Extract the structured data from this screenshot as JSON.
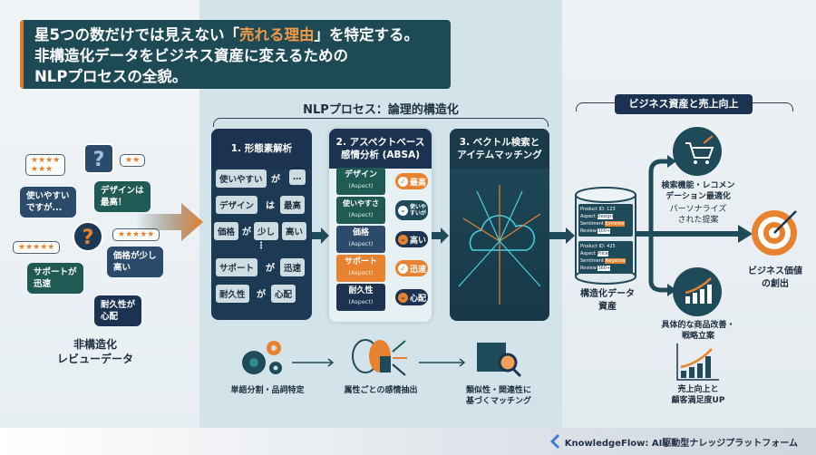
{
  "title": {
    "pre": "星5つの数だけでは見えない「",
    "highlight": "売れる理由",
    "post": "」を特定する。",
    "line2": "非構造化データをビジネス資産に変えるための",
    "line3": "NLPプロセスの全貌。"
  },
  "left": {
    "bubbles": [
      "使いやすい\nですが...",
      "デザインは\n最高！",
      "価格が少し\n高い",
      "サポートが\n迅速",
      "耐久性が\n心配"
    ],
    "question": "?",
    "caption": "非構造化\nレビューデータ"
  },
  "nlp": {
    "heading": "NLPプロセス：論理的構造化",
    "step1": {
      "title": "1. 形態素解析",
      "rows": [
        [
          "使いやすい",
          "が",
          "…"
        ],
        [
          "デザイン",
          "は",
          "最高"
        ],
        [
          "価格",
          "が",
          "少し",
          "高い"
        ],
        [
          "⋮"
        ],
        [
          "サポート",
          "が",
          "迅速"
        ],
        [
          "耐久性",
          "が",
          "心配"
        ]
      ]
    },
    "step2": {
      "title": "2. アスペクトベース\n感情分析 (ABSA)",
      "aspect_label": "(Aspect)",
      "aspects": [
        {
          "name": "デザイン",
          "sentiment": "最高",
          "polarity": "positive"
        },
        {
          "name": "使いやすさ",
          "sentiment": "使いやすいが",
          "polarity": "neutral"
        },
        {
          "name": "価格",
          "sentiment": "高い",
          "polarity": "negative"
        },
        {
          "name": "サポート",
          "sentiment": "迅速",
          "polarity": "positive"
        },
        {
          "name": "耐久性",
          "sentiment": "心配",
          "polarity": "negative"
        }
      ]
    },
    "step3": {
      "title": "3. ベクトル検索と\nアイテムマッチング"
    },
    "bottom": [
      "単語分割・品詞特定",
      "属性ごとの感情抽出",
      "類似性・関連性に\n基づくマッチング"
    ]
  },
  "business": {
    "heading": "ビジネス資産と売上向上",
    "db_caption": "構造化データ\n資産",
    "records": [
      {
        "id": "Product ID: 123",
        "aspect": "Design",
        "sentiment": "Extreme",
        "review": "300+"
      },
      {
        "id": "Product ID: 425",
        "aspect": "Price",
        "sentiment": "Negative",
        "review": "360+"
      }
    ],
    "record_labels": [
      "Aspect",
      "Sentiment",
      "Review"
    ],
    "rec_title": "検索機能・レコメン\nデーション最適化",
    "rec_sub": "パーソナライズ\nされた提案",
    "improve": "具体的な商品改善・\n戦略立案",
    "sales": "売上向上と\n顧客満足度UP",
    "value": "ビジネス価値\nの創出"
  },
  "footer": "KnowledgeFlow: AI駆動型ナレッジプラットフォーム",
  "colors": {
    "navy": "#1d3a55",
    "teal": "#1f4a5a",
    "orange": "#e8822e",
    "green": "#1f5a55"
  }
}
